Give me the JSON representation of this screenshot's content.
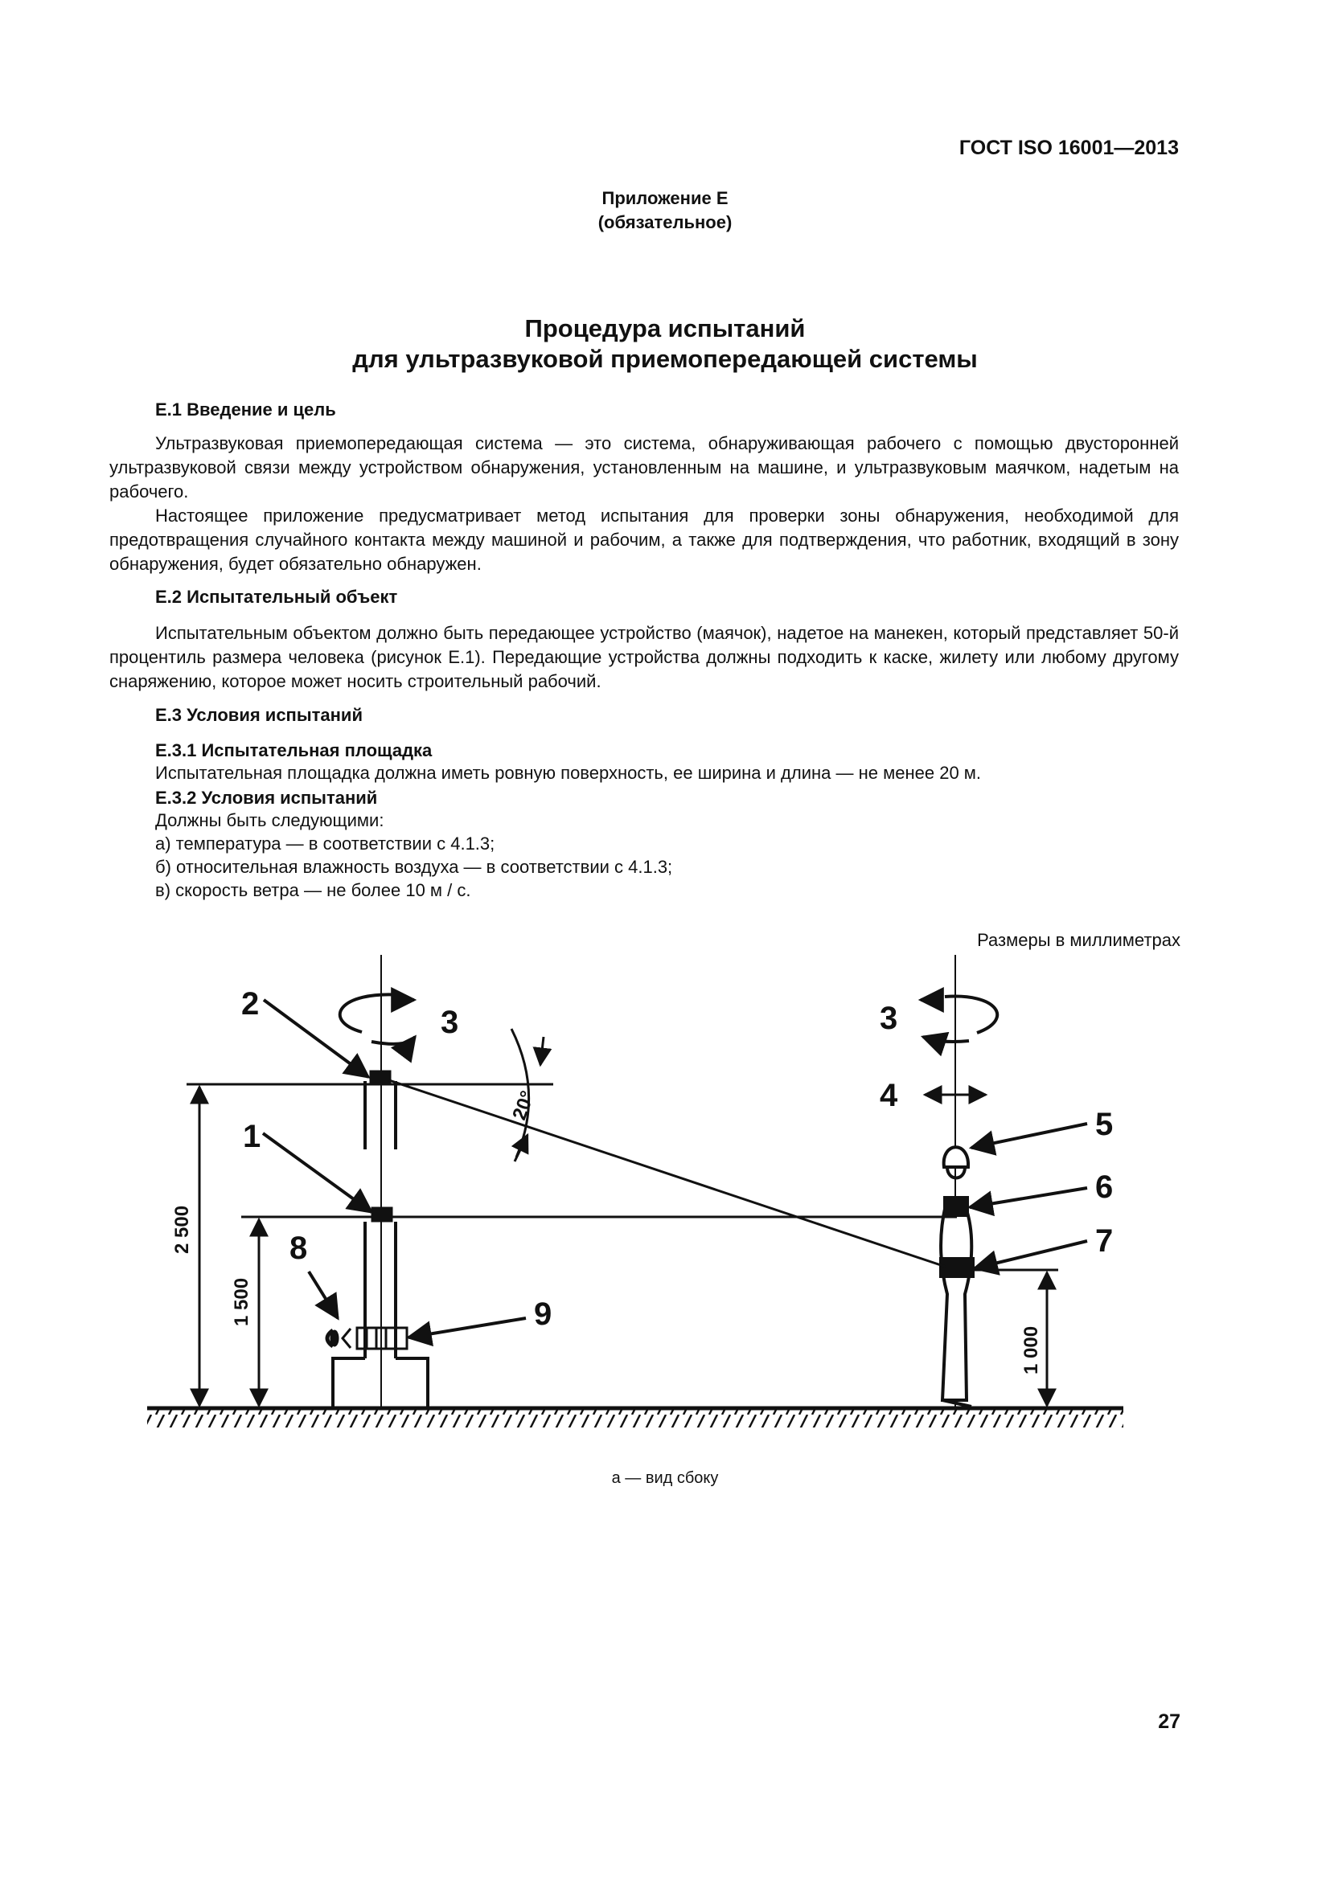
{
  "header": {
    "standard": "ГОСТ ISO 16001—2013"
  },
  "annex": {
    "line1": "Приложение Е",
    "line2": "(обязательное)"
  },
  "title": {
    "line1": "Процедура испытаний",
    "line2": "для ультразвуковой приемопередающей системы"
  },
  "sections": {
    "e1_heading": "Е.1 Введение и цель",
    "e1_p1": "Ультразвуковая приемопередающая система — это система, обнаруживающая рабочего с помощью двусторонней ультразвуковой связи между устройством обнаружения, установленным на машине, и ультразвуковым маячком,  надетым на рабочего.",
    "e1_p2": "Настоящее  приложение предусматривает метод испытания для проверки зоны обнаружения, необходимой для предотвращения случайного контакта между машиной и рабочим, а также для подтверждения, что работник, входящий в зону обнаружения, будет обязательно обнаружен.",
    "e2_heading": "Е.2 Испытательный объект",
    "e2_p1": "Испытательным  объектом  должно быть передающее  устройство  (маячок),  надетое на  манекен,  который представляет 50-й  процентиль размера   человека   (рисунок Е.1). Передающие  устройства должны подходить к каске, жилету или любому другому снаряжению, которое может носить строительный рабочий.",
    "e3_heading": "Е.3 Условия испытаний",
    "e31_heading": "Е.3.1 Испытательная площадка",
    "e31_text": "Испытательная площадка должна иметь ровную поверхность, ее ширина и длина — не менее 20 м.",
    "e32_heading": "Е.3.2 Условия испытаний",
    "e32_intro": "Должны быть следующими:",
    "e32_items": [
      "а) температура — в соответствии с 4.1.3;",
      "б) относительная влажность воздуха — в соответствии с 4.1.3;",
      "в) скорость ветра — не более 10 м / с."
    ]
  },
  "figure": {
    "dims_note": "Размеры в миллиметрах",
    "labels": [
      "1",
      "2",
      "3",
      "3",
      "4",
      "5",
      "6",
      "7",
      "8",
      "9"
    ],
    "dim_2500": "2 500",
    "dim_1500": "1 500",
    "dim_1000": "1 000",
    "angle": "20°",
    "caption": "а — вид сбоку"
  },
  "page_number": "27"
}
